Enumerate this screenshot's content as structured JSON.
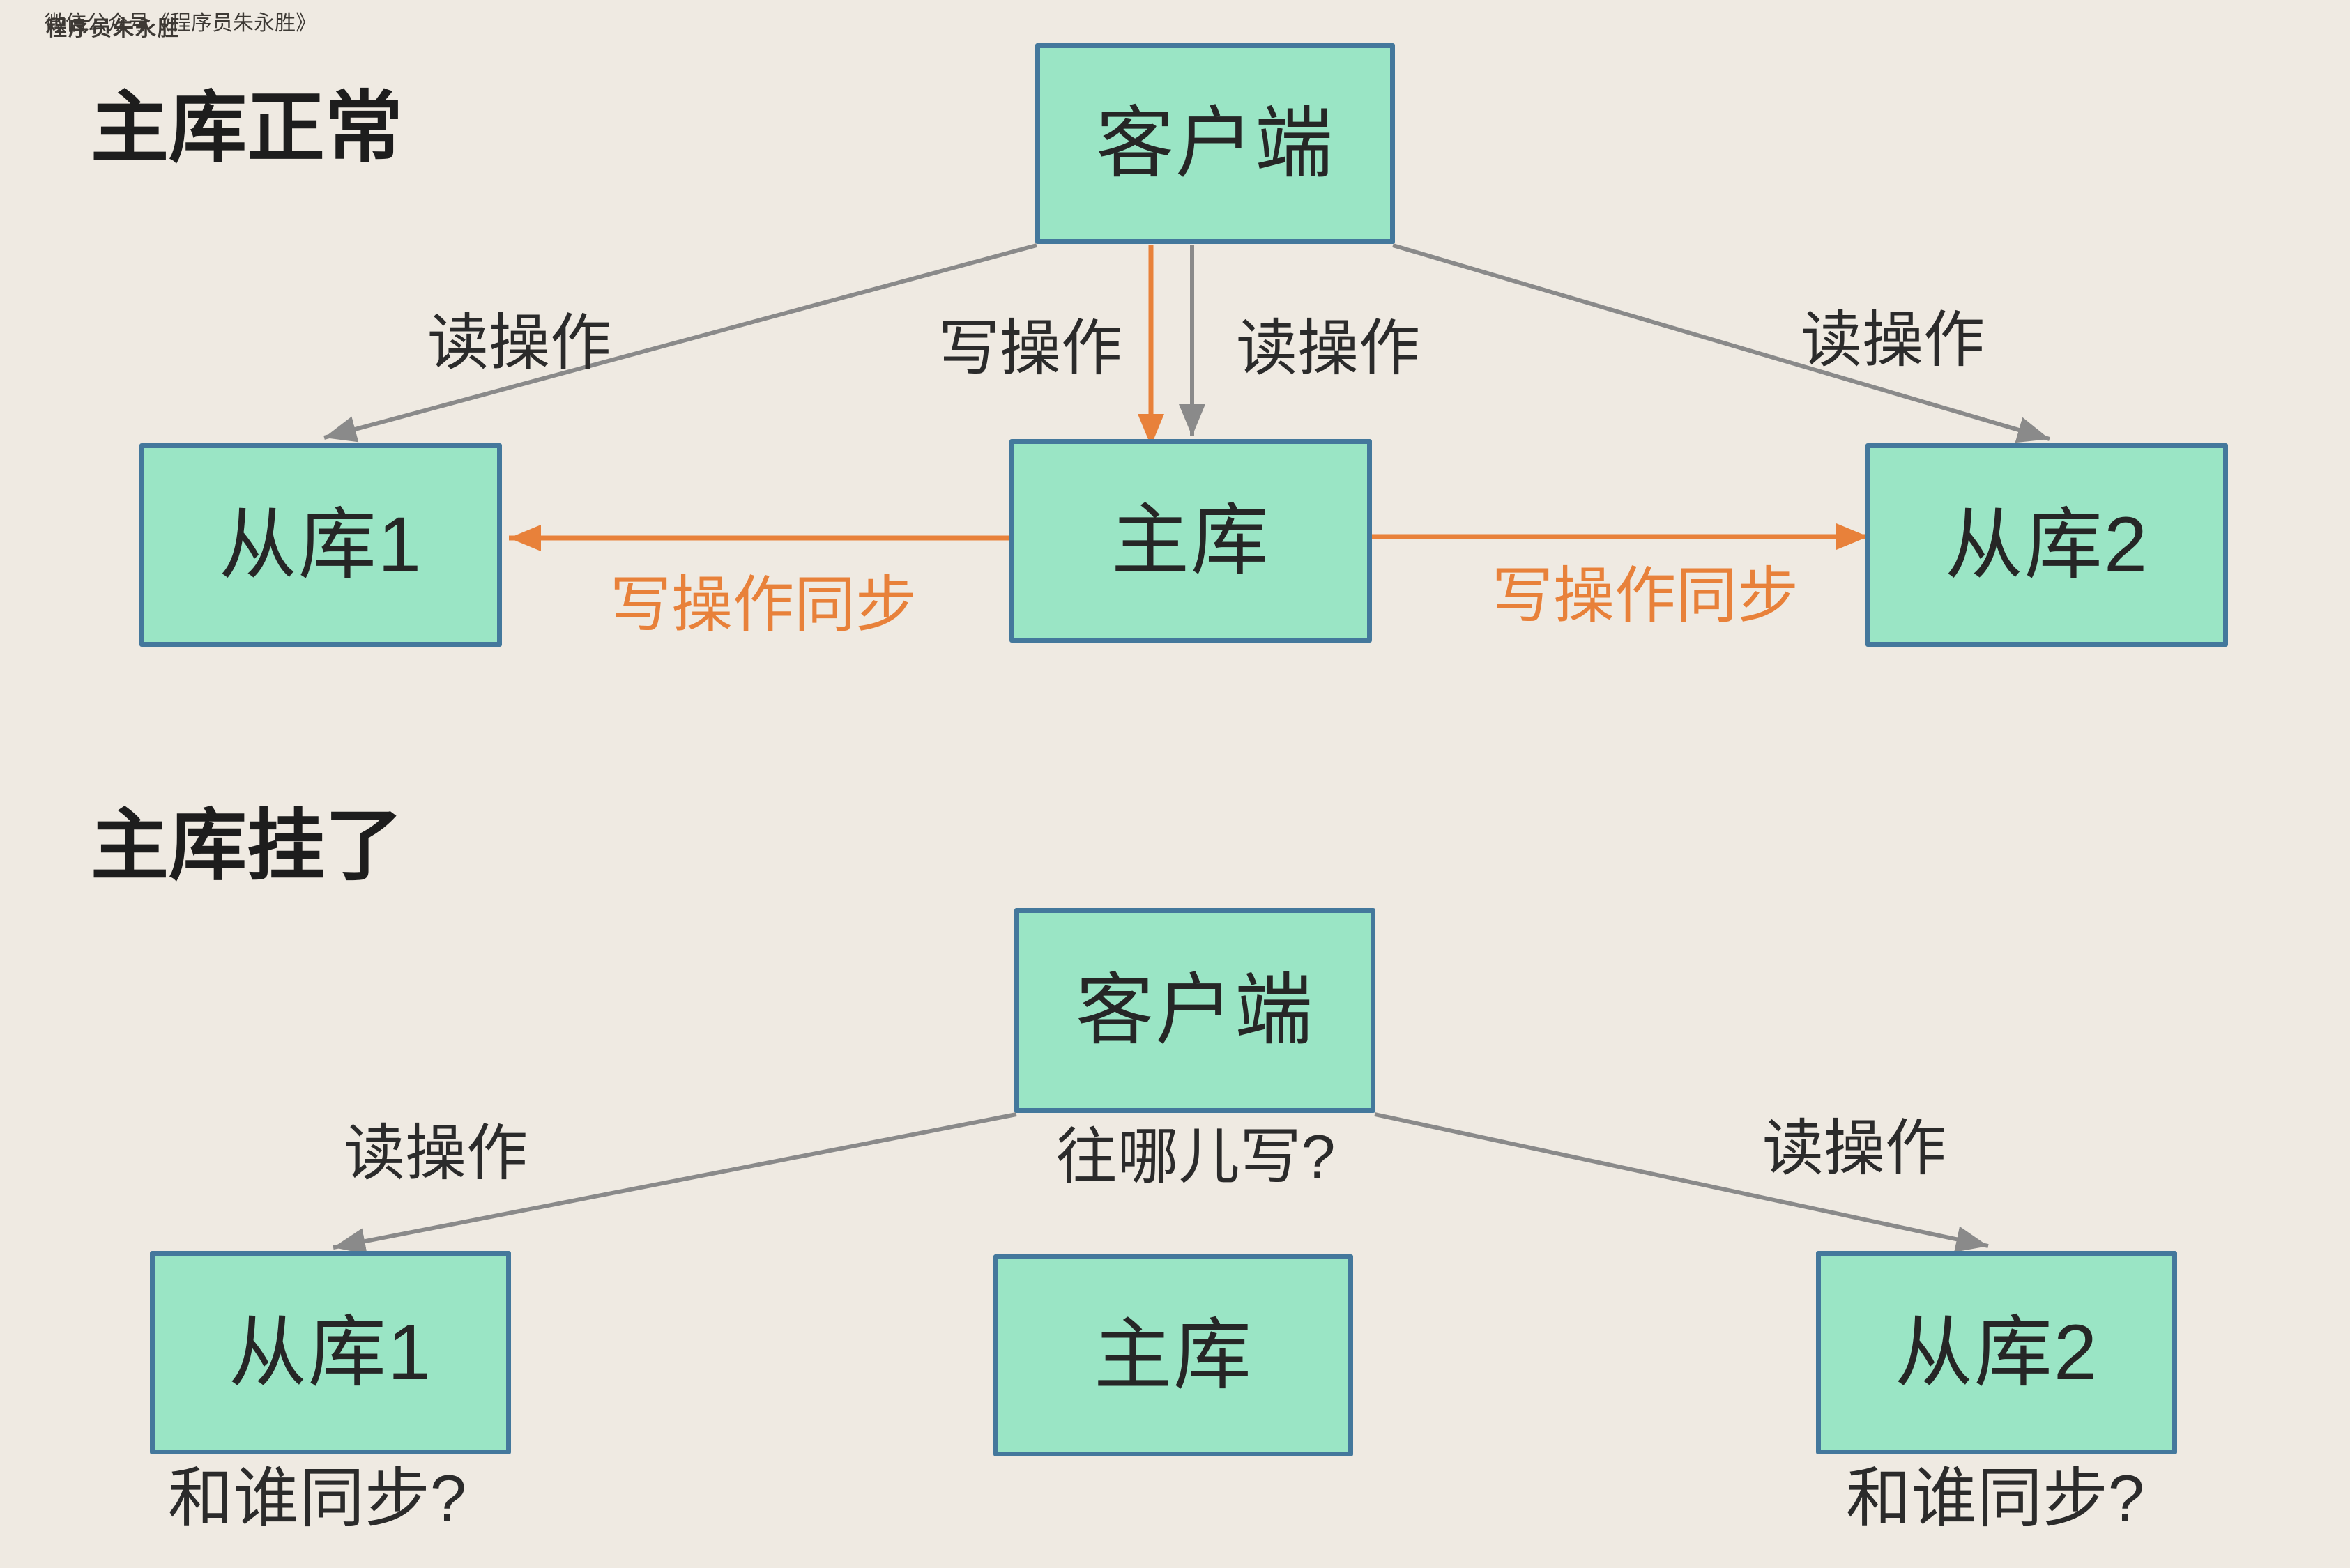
{
  "watermark": {
    "line1": "微信公众号《程序员朱永胜》",
    "line2": "程序员朱永胜"
  },
  "colors": {
    "background": "#EFEAE2",
    "node_fill": "#9AE5C5",
    "node_border": "#44789C",
    "arrow_gray": "#8A8A8A",
    "arrow_orange": "#E8813A",
    "text": "#262626"
  },
  "section_normal": {
    "title": "主库正常",
    "client": "客户端",
    "master": "主库",
    "slave1": "从库1",
    "slave2": "从库2",
    "read_left": "读操作",
    "write": "写操作",
    "read_mid": "读操作",
    "read_right": "读操作",
    "sync_left": "写操作同步",
    "sync_right": "写操作同步"
  },
  "section_down": {
    "title": "主库挂了",
    "client": "客户端",
    "master": "主库",
    "slave1": "从库1",
    "slave2": "从库2",
    "read_left": "读操作",
    "write_where": "往哪儿写?",
    "read_right": "读操作",
    "sync_q_left": "和谁同步?",
    "sync_q_right": "和谁同步?"
  }
}
